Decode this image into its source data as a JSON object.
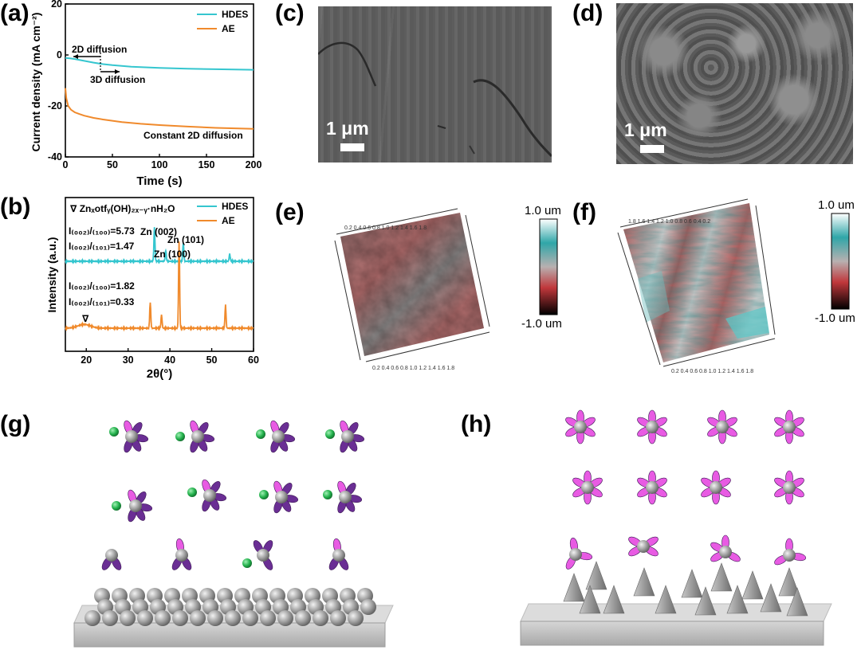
{
  "panels": {
    "a": "(a)",
    "b": "(b)",
    "c": "(c)",
    "d": "(d)",
    "e": "(e)",
    "f": "(f)",
    "g": "(g)",
    "h": "(h)"
  },
  "colors": {
    "hdes": "#35c6cf",
    "ae": "#f08a2c",
    "zn_atom": "#9a9a9a",
    "ion_green": "#22b04b",
    "solvent_purple": "#6a2e94",
    "solvent_pink": "#e85be3"
  },
  "chart_data": [
    {
      "id": "a",
      "type": "line",
      "xlabel": "Time (s)",
      "ylabel": "Current density (mA cm⁻²)",
      "xlim": [
        0,
        200
      ],
      "ylim": [
        -40,
        20
      ],
      "xticks": [
        0,
        50,
        100,
        150,
        200
      ],
      "yticks": [
        -40,
        -20,
        0,
        20
      ],
      "legend_position": "top-right",
      "series": [
        {
          "name": "HDES",
          "color": "#35c6cf",
          "x": [
            0,
            5,
            10,
            20,
            30,
            40,
            50,
            70,
            100,
            130,
            160,
            200
          ],
          "y": [
            -1.2,
            -1.3,
            -1.6,
            -2.3,
            -3.0,
            -3.6,
            -4.0,
            -4.6,
            -5.1,
            -5.4,
            -5.6,
            -5.8
          ]
        },
        {
          "name": "AE",
          "color": "#f08a2c",
          "x": [
            0,
            1,
            3,
            6,
            10,
            15,
            20,
            30,
            40,
            60,
            80,
            100,
            130,
            160,
            200
          ],
          "y": [
            -13,
            -17,
            -20,
            -21.5,
            -22.5,
            -23.2,
            -23.8,
            -24.7,
            -25.3,
            -26.3,
            -27,
            -27.5,
            -28.1,
            -28.6,
            -29
          ]
        }
      ],
      "annotations": [
        "2D diffusion",
        "3D diffusion",
        "Constant  2D diffusion"
      ]
    },
    {
      "id": "b",
      "type": "line",
      "xlabel": "2θ(°)",
      "ylabel": "Intensity (a.u.)",
      "xlim": [
        15,
        60
      ],
      "xticks": [
        20,
        30,
        40,
        50,
        60
      ],
      "legend_position": "top-right",
      "series": [
        {
          "name": "HDES",
          "color": "#35c6cf",
          "peaks": [
            {
              "x": 36.3,
              "h": 0.55
            },
            {
              "x": 39.0,
              "h": 0.18
            },
            {
              "x": 43.2,
              "h": 0.3
            },
            {
              "x": 54.3,
              "h": 0.12
            }
          ]
        },
        {
          "name": "AE",
          "color": "#f08a2c",
          "peaks": [
            {
              "x": 19.5,
              "h": 0.06
            },
            {
              "x": 35.3,
              "h": 0.42
            },
            {
              "x": 38.0,
              "h": 0.22
            },
            {
              "x": 42.2,
              "h": 1.4
            },
            {
              "x": 53.3,
              "h": 0.37
            }
          ]
        }
      ],
      "annotations": {
        "marker": "∇ Znₓotfᵧ(OH)₂ₓ₋ᵧ·nH₂O",
        "hdes_ratio1": "I₍₀₀₂₎/₍₁₀₀₎=5.73",
        "hdes_ratio2": "I₍₀₀₂₎/₍₁₀₁₎=1.47",
        "ae_ratio1": "I₍₀₀₂₎/₍₁₀₀₎=1.82",
        "ae_ratio2": "I₍₀₀₂₎/₍₁₀₁₎=0.33",
        "zn002": "Zn (002)",
        "zn101": "Zn (101)",
        "zn100": "Zn (100)"
      }
    }
  ],
  "sem": {
    "scale_c": "1 μm",
    "scale_d": "1 μm"
  },
  "afm": {
    "e_max": "1.0 um",
    "e_min": "-1.0 um",
    "f_max": "1.0 um",
    "f_min": "-1.0 um"
  }
}
